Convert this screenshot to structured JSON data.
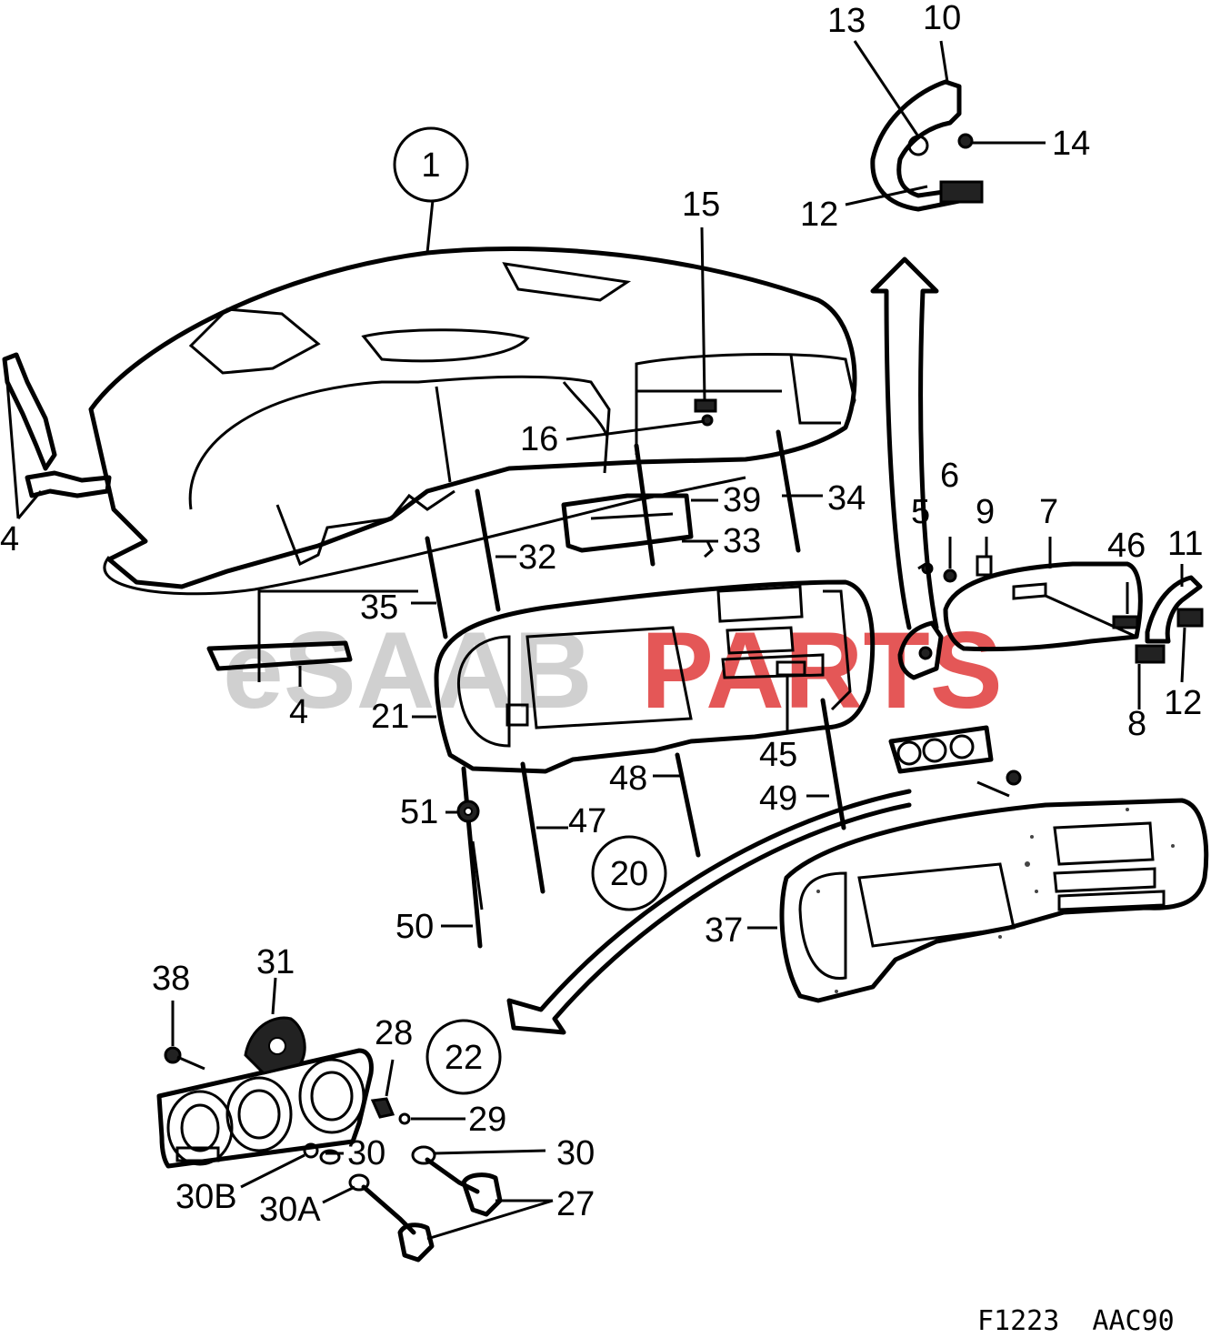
{
  "callouts": [
    {
      "id": "c1",
      "text": "1"
    },
    {
      "id": "c4a",
      "text": "4"
    },
    {
      "id": "c4b",
      "text": "4"
    },
    {
      "id": "c5",
      "text": "5"
    },
    {
      "id": "c6",
      "text": "6"
    },
    {
      "id": "c7",
      "text": "7"
    },
    {
      "id": "c8",
      "text": "8"
    },
    {
      "id": "c9",
      "text": "9"
    },
    {
      "id": "c10",
      "text": "10"
    },
    {
      "id": "c11",
      "text": "11"
    },
    {
      "id": "c12a",
      "text": "12"
    },
    {
      "id": "c12b",
      "text": "12"
    },
    {
      "id": "c13",
      "text": "13"
    },
    {
      "id": "c14",
      "text": "14"
    },
    {
      "id": "c15",
      "text": "15"
    },
    {
      "id": "c16",
      "text": "16"
    },
    {
      "id": "c20",
      "text": "20"
    },
    {
      "id": "c21",
      "text": "21"
    },
    {
      "id": "c22",
      "text": "22"
    },
    {
      "id": "c27",
      "text": "27"
    },
    {
      "id": "c28",
      "text": "28"
    },
    {
      "id": "c29",
      "text": "29"
    },
    {
      "id": "c30a",
      "text": "30"
    },
    {
      "id": "c30b",
      "text": "30"
    },
    {
      "id": "c30A",
      "text": "30A"
    },
    {
      "id": "c30B",
      "text": "30B"
    },
    {
      "id": "c31",
      "text": "31"
    },
    {
      "id": "c32",
      "text": "32"
    },
    {
      "id": "c33",
      "text": "33"
    },
    {
      "id": "c34",
      "text": "34"
    },
    {
      "id": "c35",
      "text": "35"
    },
    {
      "id": "c37",
      "text": "37"
    },
    {
      "id": "c38",
      "text": "38"
    },
    {
      "id": "c39",
      "text": "39"
    },
    {
      "id": "c45",
      "text": "45"
    },
    {
      "id": "c46",
      "text": "46"
    },
    {
      "id": "c47",
      "text": "47"
    },
    {
      "id": "c48",
      "text": "48"
    },
    {
      "id": "c49",
      "text": "49"
    },
    {
      "id": "c50",
      "text": "50"
    },
    {
      "id": "c51",
      "text": "51"
    }
  ],
  "watermark": {
    "part1": "eSAAB",
    "part2": "PARTS",
    "color1": "#c8c8c8",
    "color2": "#e03a3a"
  },
  "figure_code": "F1223  AAC90"
}
